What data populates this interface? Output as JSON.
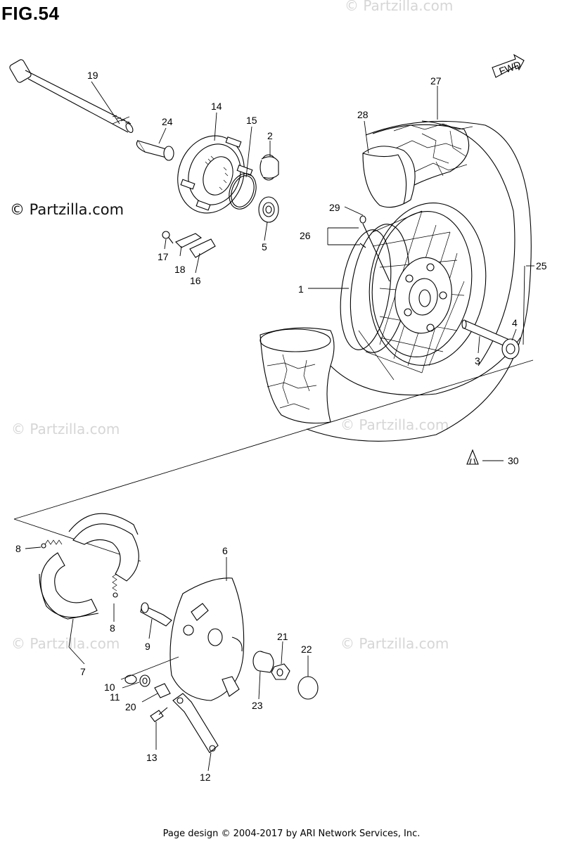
{
  "figure": {
    "title": "FIG.54"
  },
  "watermarks": {
    "main": "© Partzilla.com",
    "faint": "© Partzilla.com"
  },
  "direction_tag": {
    "label": "FWD",
    "icon": "forward-arrow-icon"
  },
  "parts": [
    {
      "id": "1",
      "label": "1"
    },
    {
      "id": "2",
      "label": "2"
    },
    {
      "id": "3",
      "label": "3"
    },
    {
      "id": "4",
      "label": "4"
    },
    {
      "id": "5",
      "label": "5"
    },
    {
      "id": "6",
      "label": "6"
    },
    {
      "id": "7",
      "label": "7"
    },
    {
      "id": "8a",
      "label": "8"
    },
    {
      "id": "8b",
      "label": "8"
    },
    {
      "id": "9",
      "label": "9"
    },
    {
      "id": "10",
      "label": "10"
    },
    {
      "id": "11",
      "label": "11"
    },
    {
      "id": "12",
      "label": "12"
    },
    {
      "id": "13",
      "label": "13"
    },
    {
      "id": "14",
      "label": "14"
    },
    {
      "id": "15",
      "label": "15"
    },
    {
      "id": "16",
      "label": "16"
    },
    {
      "id": "17",
      "label": "17"
    },
    {
      "id": "18",
      "label": "18"
    },
    {
      "id": "19",
      "label": "19"
    },
    {
      "id": "20",
      "label": "20"
    },
    {
      "id": "21",
      "label": "21"
    },
    {
      "id": "22",
      "label": "22"
    },
    {
      "id": "23",
      "label": "23"
    },
    {
      "id": "24",
      "label": "24"
    },
    {
      "id": "25",
      "label": "25"
    },
    {
      "id": "26",
      "label": "26"
    },
    {
      "id": "27",
      "label": "27"
    },
    {
      "id": "28",
      "label": "28"
    },
    {
      "id": "29",
      "label": "29"
    },
    {
      "id": "30",
      "label": "30"
    }
  ],
  "footer": "Page design © 2004-2017 by ARI Network Services, Inc."
}
